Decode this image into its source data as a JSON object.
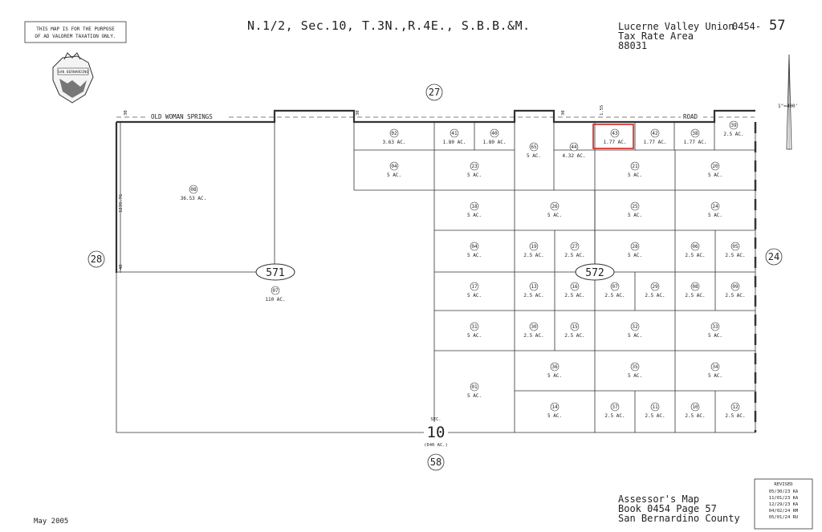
{
  "header": {
    "disclaimer_line1": "THIS MAP IS FOR THE PURPOSE",
    "disclaimer_line2": "OF AD VALOREM TAXATION ONLY.",
    "title": "N.1/2, Sec.10, T.3N.,R.4E., S.B.B.&M.",
    "district_line1": "Lucerne Valley Union",
    "district_line2": "Tax Rate Area",
    "district_line3": "88031",
    "map_number": "0454-",
    "map_page": "57",
    "scale": "1\"=400'",
    "seal_text": "SAN BERNARDINO"
  },
  "road": {
    "name_left": "OLD WOMAN SPRINGS",
    "name_right": "ROAD"
  },
  "adjacent_pages": {
    "north": "27",
    "west": "28",
    "east": "24",
    "south": "58"
  },
  "blocks": {
    "west": "571",
    "east": "572"
  },
  "section": {
    "label": "SEC.",
    "number": "10",
    "area": "(640 AC.)"
  },
  "dims": {
    "d1": "30",
    "d2": "30",
    "d3": "30",
    "d4": "1239.76",
    "d5": "40",
    "d6": "1.55"
  },
  "parcels": [
    {
      "id": "02",
      "area": "3.63 AC."
    },
    {
      "id": "41",
      "area": "1.80 AC."
    },
    {
      "id": "40",
      "area": "1.80 AC."
    },
    {
      "id": "65",
      "area": "5 AC."
    },
    {
      "id": "44",
      "area": "4.32 AC."
    },
    {
      "id": "43",
      "area": "1.77 AC."
    },
    {
      "id": "42",
      "area": "1.77 AC."
    },
    {
      "id": "38",
      "area": "1.77 AC."
    },
    {
      "id": "39",
      "area": "2.5 AC."
    },
    {
      "id": "08",
      "area": "36.53 AC."
    },
    {
      "id": "04",
      "area": "5 AC."
    },
    {
      "id": "23",
      "area": "5 AC."
    },
    {
      "id": "21",
      "area": "5 AC."
    },
    {
      "id": "20",
      "area": "5 AC."
    },
    {
      "id": "18",
      "area": "5 AC."
    },
    {
      "id": "26",
      "area": "5 AC."
    },
    {
      "id": "25",
      "area": "5 AC."
    },
    {
      "id": "24",
      "area": "5 AC."
    },
    {
      "id": "04",
      "area": "5 AC."
    },
    {
      "id": "19",
      "area": "2.5 AC."
    },
    {
      "id": "27",
      "area": "2.5 AC."
    },
    {
      "id": "28",
      "area": "5 AC."
    },
    {
      "id": "06",
      "area": "2.5 AC."
    },
    {
      "id": "05",
      "area": "2.5 AC."
    },
    {
      "id": "07",
      "area": "110 AC."
    },
    {
      "id": "17",
      "area": "5 AC."
    },
    {
      "id": "13",
      "area": "2.5 AC."
    },
    {
      "id": "16",
      "area": "2.5 AC."
    },
    {
      "id": "07",
      "area": "2.5 AC."
    },
    {
      "id": "29",
      "area": "2.5 AC."
    },
    {
      "id": "08",
      "area": "2.5 AC."
    },
    {
      "id": "09",
      "area": "2.5 AC."
    },
    {
      "id": "31",
      "area": "5 AC."
    },
    {
      "id": "30",
      "area": "2.5 AC."
    },
    {
      "id": "15",
      "area": "2.5 AC."
    },
    {
      "id": "32",
      "area": "5 AC."
    },
    {
      "id": "33",
      "area": "5 AC."
    },
    {
      "id": "36",
      "area": "5 AC."
    },
    {
      "id": "35",
      "area": "5 AC."
    },
    {
      "id": "34",
      "area": "5 AC."
    },
    {
      "id": "01",
      "area": "5 AC."
    },
    {
      "id": "14",
      "area": "5 AC."
    },
    {
      "id": "37",
      "area": "2.5 AC."
    },
    {
      "id": "11",
      "area": "2.5 AC."
    },
    {
      "id": "10",
      "area": "2.5 AC."
    },
    {
      "id": "12",
      "area": "2.5 AC."
    }
  ],
  "highlight": {
    "parcel": "43",
    "color": "#d42020"
  },
  "footer": {
    "date": "May 2005",
    "book_line1": "Assessor's Map",
    "book_line2": "Book 0454 Page 57",
    "book_line3": "San Bernardino County",
    "revised_title": "REVISED",
    "revisions": [
      "05/30/23 KA",
      "11/01/23 KA",
      "12/29/23 KA",
      "04/02/24 RM",
      "05/01/24 RU"
    ]
  }
}
